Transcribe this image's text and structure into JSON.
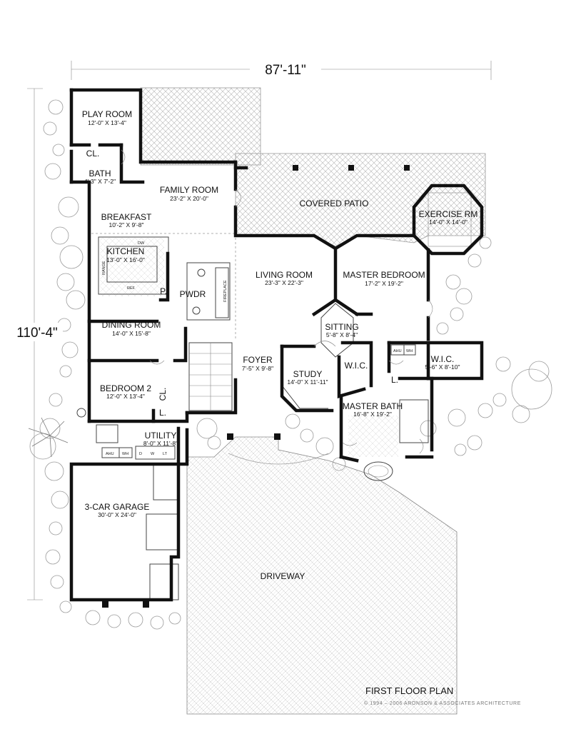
{
  "overall_width": "87'-11\"",
  "overall_depth": "110'-4\"",
  "rooms": {
    "play_room": {
      "name": "PLAY ROOM",
      "dims": "12'-0\" X 13'-4\""
    },
    "closet_play": {
      "name": "CL."
    },
    "bath": {
      "name": "BATH",
      "dims": "4'-3\" X 7'-2\""
    },
    "family_room": {
      "name": "FAMILY ROOM",
      "dims": "23'-2\" X 20'-0\""
    },
    "covered_patio": {
      "name": "COVERED PATIO"
    },
    "exercise_rm": {
      "name": "EXERCISE RM",
      "dims": "14'-0\" X 14'-0\""
    },
    "breakfast": {
      "name": "BREAKFAST",
      "dims": "10'-2\" X 9'-8\""
    },
    "kitchen": {
      "name": "KITCHEN",
      "dims": "13'-0\" X 16'-0\""
    },
    "living_room": {
      "name": "LIVING ROOM",
      "dims": "23'-3\" X 22'-3\""
    },
    "master_bedroom": {
      "name": "MASTER BEDROOM",
      "dims": "17'-2\" X 19'-2\""
    },
    "pwdr": {
      "name": "PWDR"
    },
    "pantry": {
      "name": "P."
    },
    "dining_room": {
      "name": "DINING ROOM",
      "dims": "14'-0\" X 15'-8\""
    },
    "sitting": {
      "name": "SITTING",
      "dims": "5'-8\" X 8'-4\""
    },
    "foyer": {
      "name": "FOYER",
      "dims": "7'-5\" X 9'-8\""
    },
    "wic_1": {
      "name": "W.I.C."
    },
    "wic_2": {
      "name": "W.I.C.",
      "dims": "5'-6\" X 8'-10\""
    },
    "study": {
      "name": "STUDY",
      "dims": "14'-0\" X 11'-11\""
    },
    "bedroom_2": {
      "name": "BEDROOM 2",
      "dims": "12'-0\" X 13'-4\""
    },
    "closet_bed2": {
      "name": "CL."
    },
    "linen": {
      "name": "L."
    },
    "linen_master": {
      "name": "L."
    },
    "master_bath": {
      "name": "MASTER BATH",
      "dims": "16'-8\" X 19'-2\""
    },
    "utility": {
      "name": "UTILITY",
      "dims": "8'-0\" X 11'-8\""
    },
    "garage": {
      "name": "3-CAR GARAGE",
      "dims": "30'-0\" X 24'-0\""
    },
    "driveway": {
      "name": "DRIVEWAY"
    }
  },
  "fixtures": {
    "dw": "DW",
    "range": "RANGE",
    "ref": "REF",
    "fireplace": "FIREPLACE",
    "ahu": "AHU",
    "wh": "WH",
    "ahu2": "AHU",
    "wh2": "WH",
    "d": "D",
    "w": "W",
    "lt": "LT"
  },
  "caption": {
    "title": "FIRST FLOOR PLAN",
    "copyright": "© 1994 – 2006 ARONSON & ASSOCIATES ARCHITECTURE"
  },
  "colors": {
    "wall": "#111111",
    "paving": "#b5b5b5",
    "landscape": "#9a9a9a"
  }
}
